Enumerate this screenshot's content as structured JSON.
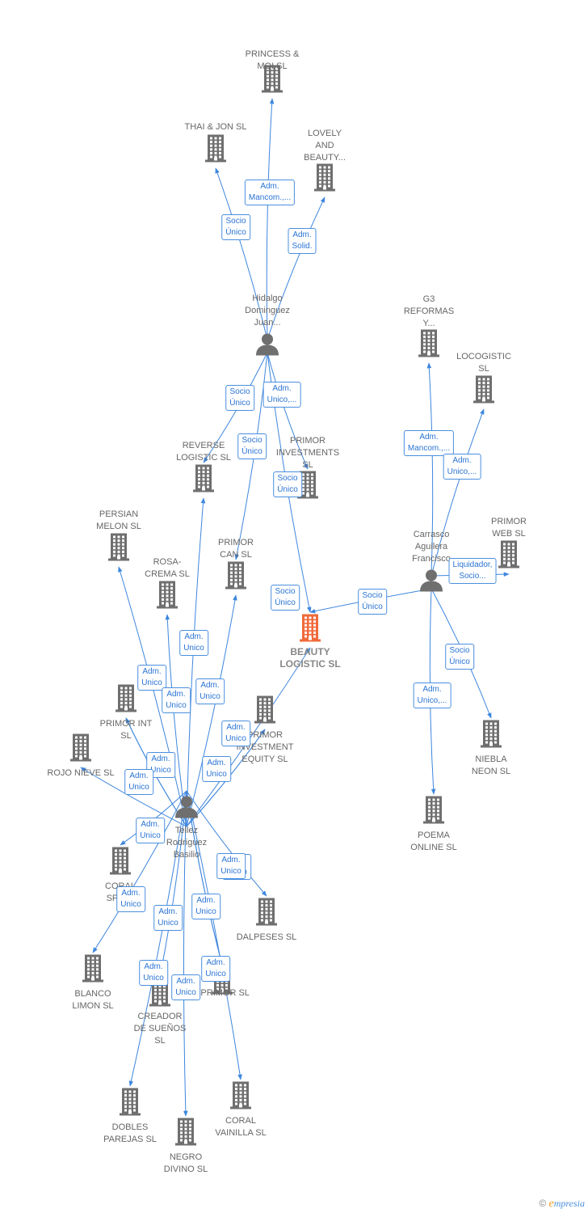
{
  "colors": {
    "company": "#6f6f6f",
    "highlight": "#f06a3a",
    "person": "#6f6f6f",
    "edge": "#3d86dd",
    "label_border": "#4a8fdf",
    "label_text": "#2a74d4"
  },
  "nodes": [
    {
      "id": "princess",
      "type": "company",
      "label": "PRINCESS &\nMOI  SL",
      "icon": "building-icon"
    },
    {
      "id": "thai",
      "type": "company",
      "label": "THAI & JON SL",
      "icon": "building-icon"
    },
    {
      "id": "lovely",
      "type": "company",
      "label": "LOVELY\nAND\nBEAUTY...",
      "icon": "building-icon"
    },
    {
      "id": "hidalgo",
      "type": "person",
      "label": "Hidalgo\nDominguez\nJuan...",
      "icon": "person-icon"
    },
    {
      "id": "g3",
      "type": "company",
      "label": "G3\nREFORMAS\nY...",
      "icon": "building-icon"
    },
    {
      "id": "locogistic",
      "type": "company",
      "label": "LOCOGISTIC\nSL",
      "icon": "building-icon"
    },
    {
      "id": "reverse",
      "type": "company",
      "label": "REVERSE\nLOGISTIC  SL",
      "icon": "building-icon"
    },
    {
      "id": "primorinv",
      "type": "company",
      "label": "PRIMOR\nINVESTMENTS\nSL",
      "icon": "building-icon"
    },
    {
      "id": "persian",
      "type": "company",
      "label": "PERSIAN\nMELON SL",
      "icon": "building-icon"
    },
    {
      "id": "rosa",
      "type": "company",
      "label": "ROSA-\nCREMA SL",
      "icon": "building-icon"
    },
    {
      "id": "primorcan",
      "type": "company",
      "label": "PRIMOR\nCAN  SL",
      "icon": "building-icon"
    },
    {
      "id": "carrasco",
      "type": "person",
      "label": "Carrasco\nAguilera\nFrancisco",
      "icon": "person-icon"
    },
    {
      "id": "primorweb",
      "type": "company",
      "label": "PRIMOR\nWEB  SL",
      "icon": "building-icon"
    },
    {
      "id": "beauty",
      "type": "highlight",
      "label": "BEAUTY\nLOGISTIC  SL",
      "icon": "building-icon"
    },
    {
      "id": "primorint",
      "type": "company",
      "label": "PRIMOR INT\nSL",
      "icon": "building-icon"
    },
    {
      "id": "primorinvequity",
      "type": "company",
      "label": "PRIMOR\nINVESTMENT\nEQUITY  SL",
      "icon": "building-icon"
    },
    {
      "id": "niebla",
      "type": "company",
      "label": "NIEBLA\nNEON  SL",
      "icon": "building-icon"
    },
    {
      "id": "rojo",
      "type": "company",
      "label": "ROJO NIEVE SL",
      "icon": "building-icon"
    },
    {
      "id": "poema",
      "type": "company",
      "label": "POEMA\nONLINE  SL",
      "icon": "building-icon"
    },
    {
      "id": "tellez",
      "type": "person",
      "label": "Tellez\nRodriguez\nBasilio",
      "icon": "person-icon"
    },
    {
      "id": "coral",
      "type": "company",
      "label": "CORAL\nSPRI...",
      "icon": "building-icon"
    },
    {
      "id": "dalpeses",
      "type": "company",
      "label": "DALPESES SL",
      "icon": "building-icon"
    },
    {
      "id": "blanco",
      "type": "company",
      "label": "BLANCO\nLIMON SL",
      "icon": "building-icon"
    },
    {
      "id": "aprimor",
      "type": "company",
      "label": "APRIMOR SL",
      "icon": "building-icon"
    },
    {
      "id": "creador",
      "type": "company",
      "label": "CREADOR\nDE SUEÑOS\nSL",
      "icon": "building-icon"
    },
    {
      "id": "dobles",
      "type": "company",
      "label": "DOBLES\nPAREJAS SL",
      "icon": "building-icon"
    },
    {
      "id": "negro",
      "type": "company",
      "label": "NEGRO\nDIVINO SL",
      "icon": "building-icon"
    },
    {
      "id": "coralvan",
      "type": "company",
      "label": "CORAL\nVAINILLA SL",
      "icon": "building-icon"
    }
  ],
  "edges": [
    {
      "from": "hidalgo",
      "to": "princess",
      "label": "Adm.\nMancom.,..."
    },
    {
      "from": "hidalgo",
      "to": "thai",
      "label": "Socio\nÚnico"
    },
    {
      "from": "hidalgo",
      "to": "lovely",
      "label": "Adm.\nSolid."
    },
    {
      "from": "hidalgo",
      "to": "reverse",
      "label": "Socio\nÚnico"
    },
    {
      "from": "hidalgo",
      "to": "primorinv",
      "label": "Adm.\nUnico,..."
    },
    {
      "from": "hidalgo",
      "to": "primorcan",
      "label": "Socio\nÚnico"
    },
    {
      "from": "hidalgo",
      "to": "beauty",
      "label": "Socio\nÚnico"
    },
    {
      "from": "carrasco",
      "to": "g3",
      "label": "Adm.\nMancom.,..."
    },
    {
      "from": "carrasco",
      "to": "locogistic",
      "label": "Adm.\nUnico,..."
    },
    {
      "from": "carrasco",
      "to": "primorweb",
      "label": "Liquidador,\nSocio..."
    },
    {
      "from": "carrasco",
      "to": "beauty",
      "label": "Socio\nÚnico"
    },
    {
      "from": "carrasco",
      "to": "niebla",
      "label": "Socio\nÚnico"
    },
    {
      "from": "carrasco",
      "to": "poema",
      "label": "Adm.\nUnico,..."
    },
    {
      "from": "tellez",
      "to": "beauty",
      "label": "Socio\nÚnico"
    },
    {
      "from": "tellez",
      "to": "reverse",
      "label": "Adm.\nUnico"
    },
    {
      "from": "tellez",
      "to": "persian",
      "label": "Adm.\nUnico"
    },
    {
      "from": "tellez",
      "to": "rosa",
      "label": "Adm.\nUnico"
    },
    {
      "from": "tellez",
      "to": "primorcan",
      "label": "Adm.\nUnico"
    },
    {
      "from": "tellez",
      "to": "primorint",
      "label": "Adm.\nUnico"
    },
    {
      "from": "tellez",
      "to": "primorinvequity",
      "label": "Adm.\nUnico"
    },
    {
      "from": "tellez",
      "to": "rojo",
      "label": "Adm.\nUnico"
    },
    {
      "from": "tellez",
      "to": "primorinvequity",
      "label": "Adm.\nUnico"
    },
    {
      "from": "tellez",
      "to": "primorint",
      "label": "Adm.\nUnico"
    },
    {
      "from": "tellez",
      "to": "coral",
      "label": "Adm.\nUnico"
    },
    {
      "from": "tellez",
      "to": "dalpeses",
      "label": "Adm.\nUnico"
    },
    {
      "from": "tellez",
      "to": "blanco",
      "label": "Adm.\nUnico"
    },
    {
      "from": "tellez",
      "to": "aprimor",
      "label": "Adm.\nUnico"
    },
    {
      "from": "tellez",
      "to": "creador",
      "label": "Adm.\nUnico"
    },
    {
      "from": "tellez",
      "to": "aprimor",
      "label": "Adm.\nUnico"
    },
    {
      "from": "tellez",
      "to": "dobles",
      "label": "Adm.\nUnico"
    },
    {
      "from": "tellez",
      "to": "negro",
      "label": "Adm.\nUnico"
    },
    {
      "from": "tellez",
      "to": "coralvan",
      "label": ""
    }
  ],
  "brand": {
    "copyright": "©",
    "first_letter": "e",
    "rest": "mpresia"
  }
}
